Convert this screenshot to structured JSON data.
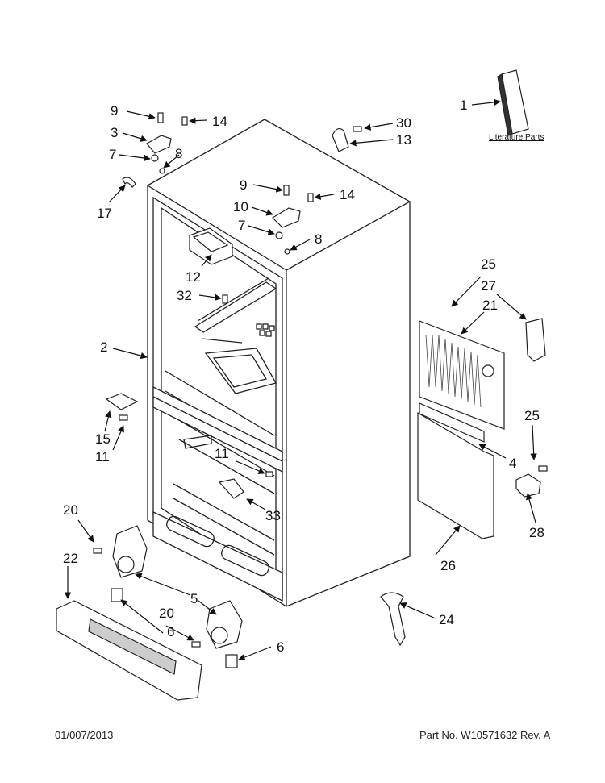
{
  "callouts": [
    {
      "id": "c1",
      "label": "1"
    },
    {
      "id": "c9a",
      "label": "9"
    },
    {
      "id": "c14a",
      "label": "14"
    },
    {
      "id": "c3",
      "label": "3"
    },
    {
      "id": "c7a",
      "label": "7"
    },
    {
      "id": "c8a",
      "label": "8"
    },
    {
      "id": "c17",
      "label": "17"
    },
    {
      "id": "c30",
      "label": "30"
    },
    {
      "id": "c13",
      "label": "13"
    },
    {
      "id": "c9b",
      "label": "9"
    },
    {
      "id": "c14b",
      "label": "14"
    },
    {
      "id": "c10",
      "label": "10"
    },
    {
      "id": "c7b",
      "label": "7"
    },
    {
      "id": "c8b",
      "label": "8"
    },
    {
      "id": "c12",
      "label": "12"
    },
    {
      "id": "c32",
      "label": "32"
    },
    {
      "id": "c25a",
      "label": "25"
    },
    {
      "id": "c27",
      "label": "27"
    },
    {
      "id": "c21",
      "label": "21"
    },
    {
      "id": "c2",
      "label": "2"
    },
    {
      "id": "c15",
      "label": "15"
    },
    {
      "id": "c11a",
      "label": "11"
    },
    {
      "id": "c11b",
      "label": "11"
    },
    {
      "id": "c25b",
      "label": "25"
    },
    {
      "id": "c4",
      "label": "4"
    },
    {
      "id": "c20a",
      "label": "20"
    },
    {
      "id": "c33",
      "label": "33"
    },
    {
      "id": "c28",
      "label": "28"
    },
    {
      "id": "c22",
      "label": "22"
    },
    {
      "id": "c5",
      "label": "5"
    },
    {
      "id": "c26",
      "label": "26"
    },
    {
      "id": "c20b",
      "label": "20"
    },
    {
      "id": "c6a",
      "label": "6"
    },
    {
      "id": "c24",
      "label": "24"
    },
    {
      "id": "c6b",
      "label": "6"
    }
  ],
  "literature_label": "Literature Parts",
  "footer": {
    "date": "01/007/2013",
    "part": "Part No.  W10571632  Rev.  A"
  }
}
